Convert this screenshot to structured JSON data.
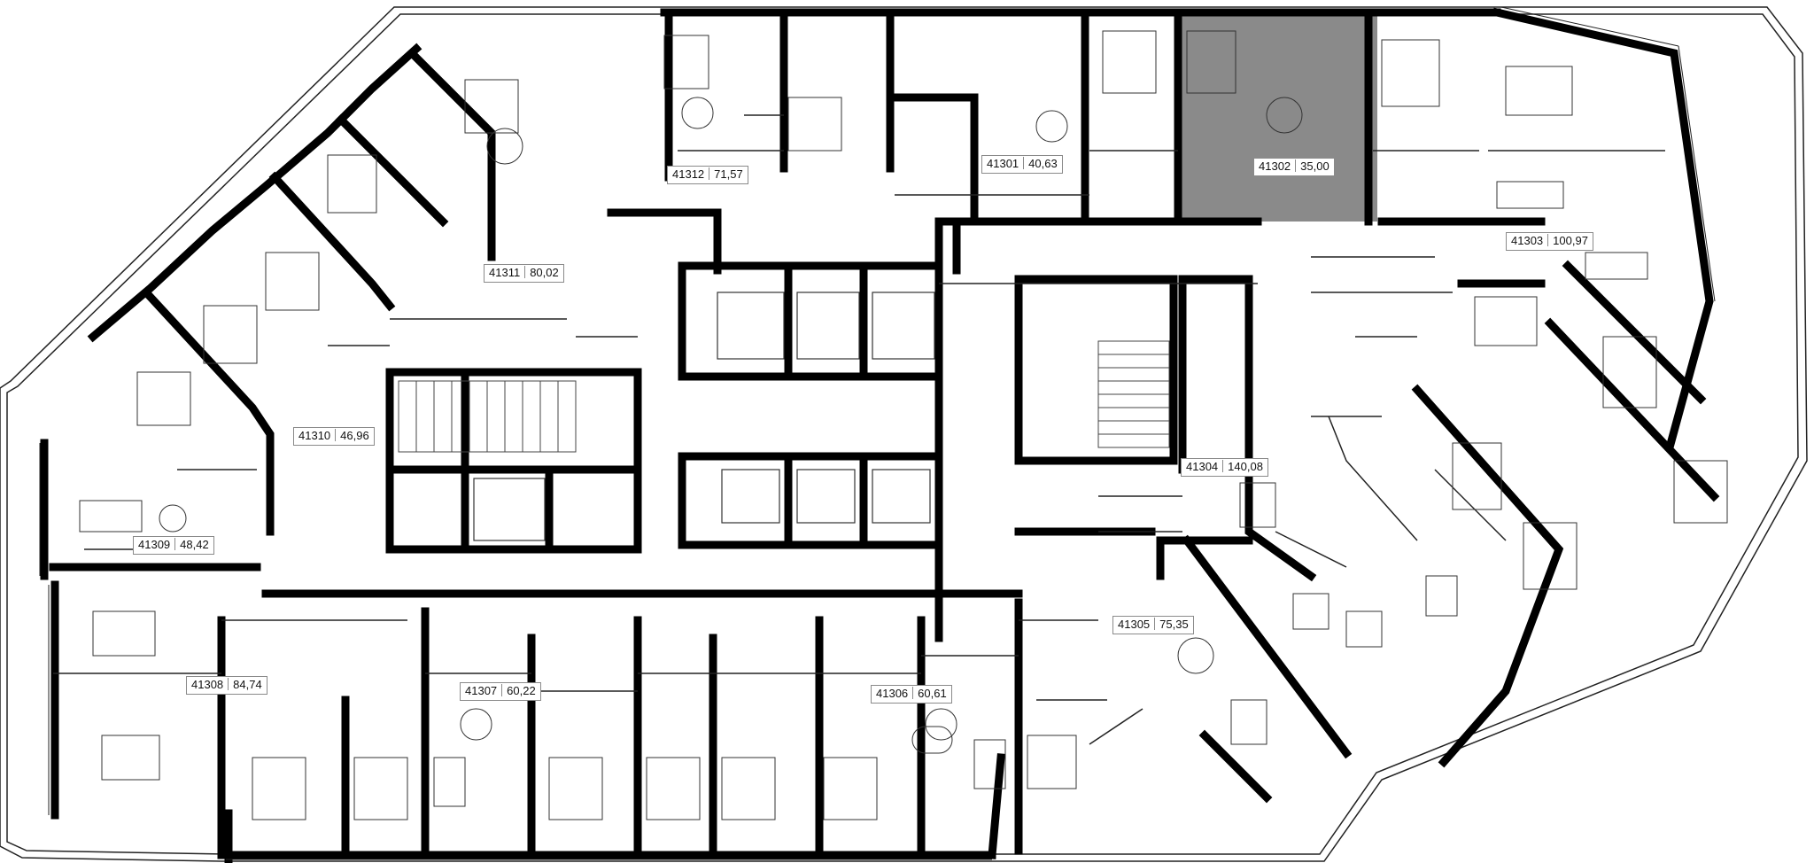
{
  "plan": {
    "selected_unit": "41302",
    "colors": {
      "wall": "#000000",
      "line": "#222222",
      "selected": "#8a8a8a",
      "background": "#ffffff"
    },
    "units": [
      {
        "id": "41301",
        "area": "40,63"
      },
      {
        "id": "41302",
        "area": "35,00"
      },
      {
        "id": "41303",
        "area": "100,97"
      },
      {
        "id": "41304",
        "area": "140,08"
      },
      {
        "id": "41305",
        "area": "75,35"
      },
      {
        "id": "41306",
        "area": "60,61"
      },
      {
        "id": "41307",
        "area": "60,22"
      },
      {
        "id": "41308",
        "area": "84,74"
      },
      {
        "id": "41309",
        "area": "48,42"
      },
      {
        "id": "41310",
        "area": "46,96"
      },
      {
        "id": "41311",
        "area": "80,02"
      },
      {
        "id": "41312",
        "area": "71,57"
      }
    ]
  }
}
